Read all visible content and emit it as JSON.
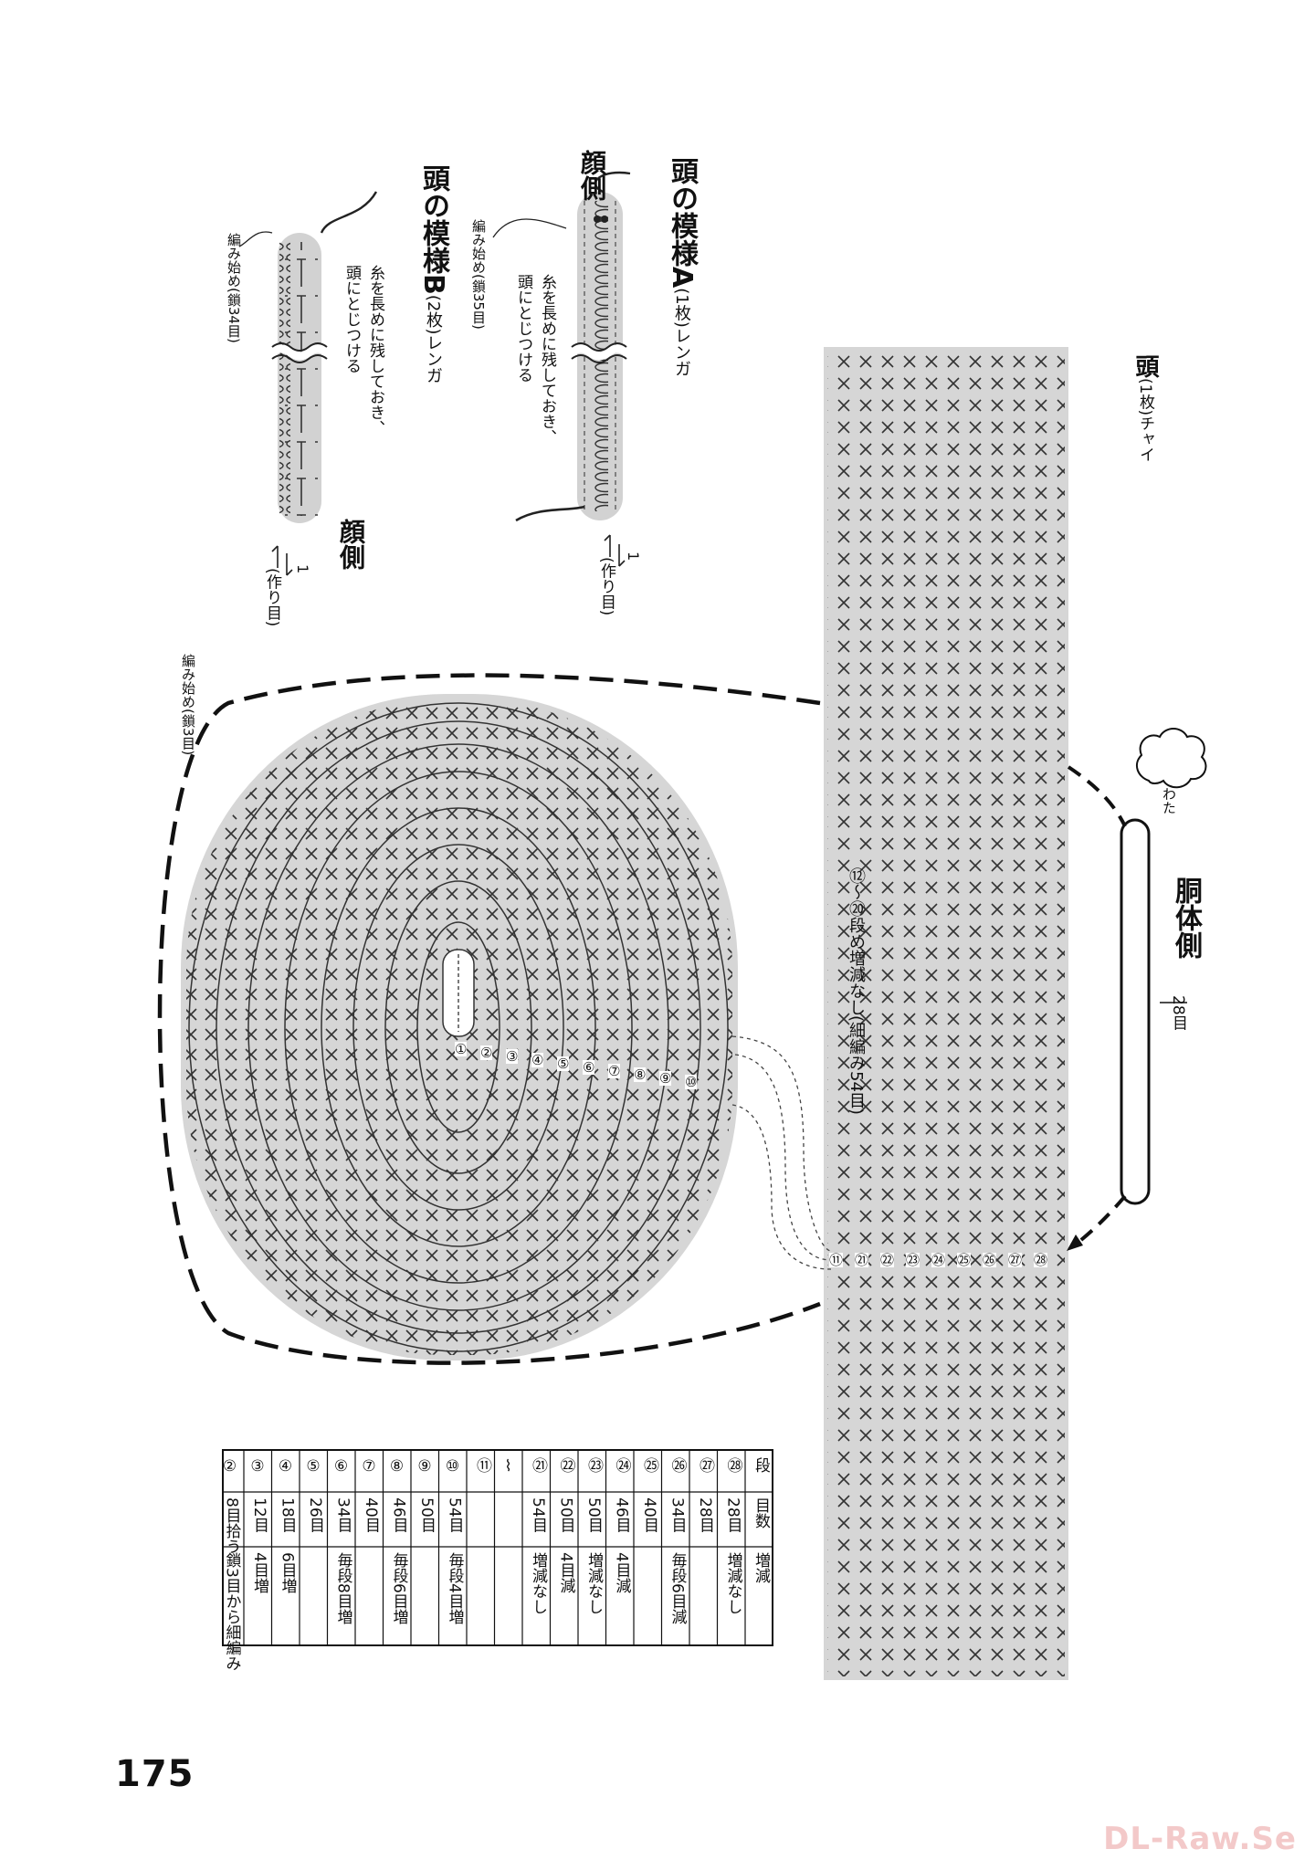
{
  "page_number": "175",
  "watermark": "DL-Raw.Se",
  "pattern_a": {
    "title": "頭の模様A",
    "title_note": "(1枚)レンガ",
    "side_label": "顔側",
    "note_line1": "糸を長めに残しておき、",
    "note_line2": "頭にとじつける",
    "start_note": "編み始め(鎖35目)",
    "row_label": "1",
    "foundation_label": "(作り目)"
  },
  "pattern_b": {
    "title": "頭の模様B",
    "title_note": "(2枚)レンガ",
    "side_label": "顔側",
    "note_line1": "糸を長めに残しておき、",
    "note_line2": "頭にとじつける",
    "start_note": "編み始め(鎖34目)",
    "row_label": "1",
    "foundation_label": "(作り目)"
  },
  "head": {
    "title": "頭",
    "title_note": "(1枚)チャイ",
    "body_side_label": "胴体側",
    "stitch_count_label": "28目",
    "stuffing_label": "わた",
    "rows_note": "⑫〜⑳段め増減なし(細編み54目)",
    "oval_start_note": "編み始め(鎖3目)",
    "oval_rounds": [
      "①",
      "②",
      "③",
      "④",
      "⑤",
      "⑥",
      "⑦",
      "⑧",
      "⑨",
      "⑩"
    ],
    "rect_rows": [
      "⑪",
      "㉑",
      "㉒",
      "㉓",
      "㉔",
      "㉕",
      "㉖",
      "㉗",
      "㉘"
    ]
  },
  "table": {
    "headers": [
      "段",
      "目数",
      "増減"
    ],
    "rows": [
      [
        "㉘",
        "28目",
        "増減なし"
      ],
      [
        "㉗",
        "28目",
        ""
      ],
      [
        "㉖",
        "34目",
        "毎段6目減"
      ],
      [
        "㉕",
        "40目",
        ""
      ],
      [
        "㉔",
        "46目",
        "4目減"
      ],
      [
        "㉓",
        "50目",
        "増減なし"
      ],
      [
        "㉒",
        "50目",
        "4目減"
      ],
      [
        "㉑",
        "54目",
        "増減なし"
      ],
      [
        "⌇",
        "",
        ""
      ],
      [
        "⑪",
        "",
        ""
      ],
      [
        "⑩",
        "54目",
        "毎段4目増"
      ],
      [
        "⑨",
        "50目",
        ""
      ],
      [
        "⑧",
        "46目",
        "毎段6目増"
      ],
      [
        "⑦",
        "40目",
        ""
      ],
      [
        "⑥",
        "34目",
        "毎段8目増"
      ],
      [
        "⑤",
        "26目",
        ""
      ],
      [
        "④",
        "18目",
        "6目増"
      ],
      [
        "③",
        "12目",
        "4目増"
      ],
      [
        "②",
        "8目拾う",
        "鎖3目から細編み"
      ]
    ]
  }
}
